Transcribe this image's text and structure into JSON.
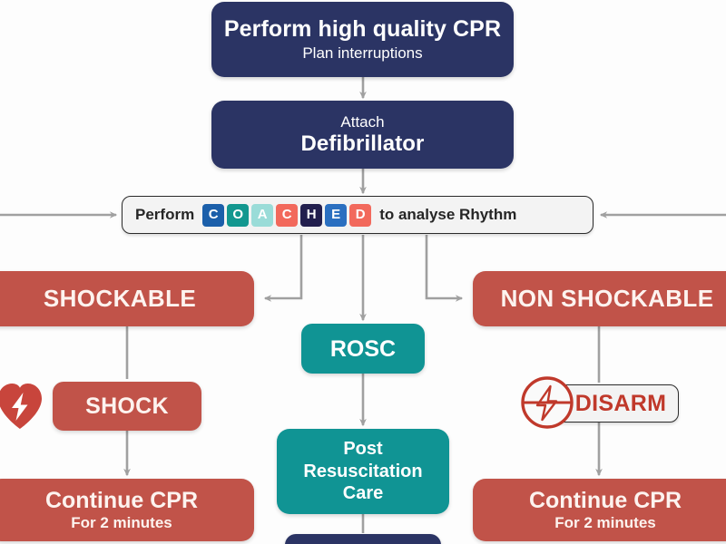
{
  "diagram": {
    "title": "Advanced Life Support / CPR rhythm analysis flowchart",
    "colors": {
      "navy": "#2b3464",
      "brick": "#c15349",
      "teal": "#109494",
      "panel_bg": "#f3f3f3",
      "panel_border": "#2b2b2b",
      "wire": "#a0a0a0",
      "disarm_text": "#c0392b",
      "heart_red": "#c8453c"
    }
  },
  "nodes": {
    "perform_cpr": {
      "line1": "Perform high quality CPR",
      "line2": "Plan interruptions"
    },
    "attach_defibrillator": {
      "line1": "Attach",
      "line2": "Defibrillator"
    },
    "coached": {
      "prefix": "Perform",
      "suffix": "to analyse Rhythm",
      "tiles": [
        {
          "letter": "C",
          "color": "#1b5faa"
        },
        {
          "letter": "O",
          "color": "#12978f"
        },
        {
          "letter": "A",
          "color": "#9adcd8"
        },
        {
          "letter": "C",
          "color": "#f2695c"
        },
        {
          "letter": "H",
          "color": "#221f4e"
        },
        {
          "letter": "E",
          "color": "#2a6fc0"
        },
        {
          "letter": "D",
          "color": "#f2695c"
        }
      ]
    },
    "shockable": {
      "label": "SHOCKABLE"
    },
    "non_shockable": {
      "label": "NON SHOCKABLE"
    },
    "rosc": {
      "label": "ROSC"
    },
    "post_resuscitation": {
      "line1": "Post",
      "line2": "Resuscitation",
      "line3": "Care"
    },
    "shock": {
      "label": "SHOCK"
    },
    "disarm": {
      "label": "DISARM"
    },
    "continue_cpr_left": {
      "line1": "Continue CPR",
      "line2": "For 2 minutes"
    },
    "continue_cpr_right": {
      "line1": "Continue CPR",
      "line2": "For 2 minutes"
    }
  },
  "icons": {
    "heart_shock": "heart-lightning-icon",
    "disarm": "no-shock-circle-icon"
  }
}
